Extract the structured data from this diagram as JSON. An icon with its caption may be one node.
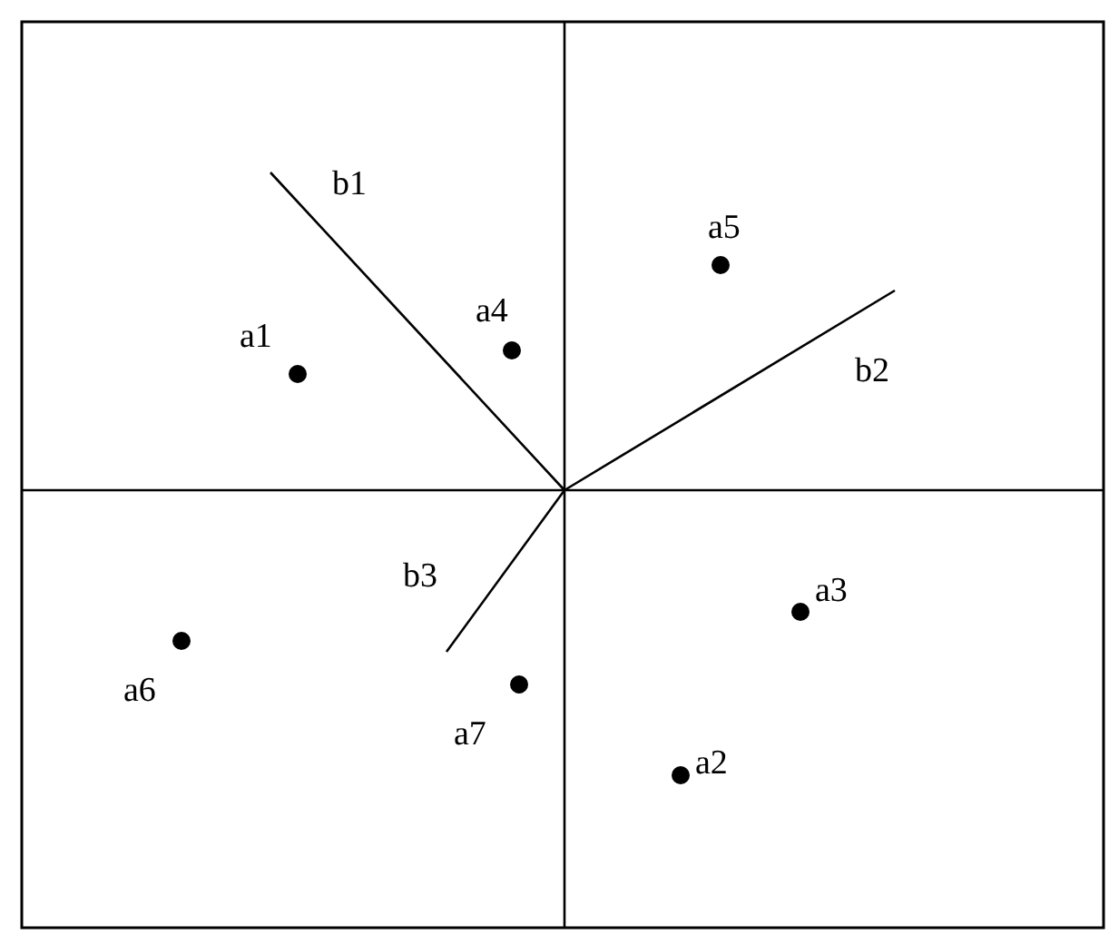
{
  "diagram": {
    "labels": [
      "b1",
      "a5",
      "a4",
      "a1",
      "b2",
      "b3",
      "a3",
      "a6",
      "a7",
      "a2"
    ]
  }
}
